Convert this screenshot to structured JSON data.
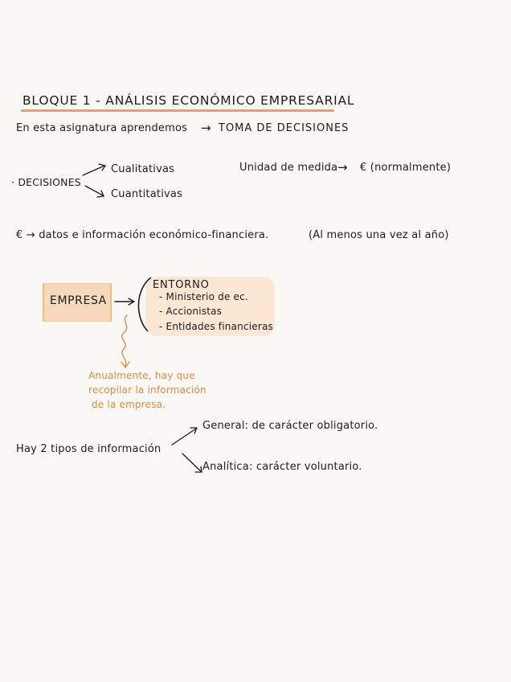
{
  "note": {
    "title": "BLOQUE 1 - ANÁLISIS ECONÓMICO EMPRESARIAL",
    "line1": {
      "text": "En esta asignatura aprendemos",
      "arrow": "→",
      "target": "TOMA DE DECISIONES"
    },
    "decisions": {
      "label": "· DECISIONES",
      "branches": [
        "Cualitativas",
        "Cuantitativas"
      ]
    },
    "unit": {
      "text": "Unidad de medida",
      "arrow": "→",
      "value": "€ (normalmente)"
    },
    "euro_line": {
      "text": "€ → datos e información económico-financiera.",
      "note": "(Al menos una vez al año)"
    },
    "empresa": {
      "box_label": "EMPRESA",
      "arrow": "→",
      "entorno_title": "ENTORNO",
      "entorno_items": [
        "- Ministerio de ec.",
        "- Accionistas",
        "- Entidades financieras"
      ]
    },
    "annual_note": [
      "Anualmente, hay que",
      "recopilar la información",
      "de la empresa."
    ],
    "info_types": {
      "label": "Hay 2 tipos de información",
      "branches": [
        "General: de carácter obligatorio.",
        "Analítica: carácter voluntario."
      ]
    }
  },
  "colors": {
    "ink": "#1c1c1c",
    "accent_orange": "#e08a45",
    "highlight": "#f7d9bd",
    "background": "#f9f8f5"
  }
}
